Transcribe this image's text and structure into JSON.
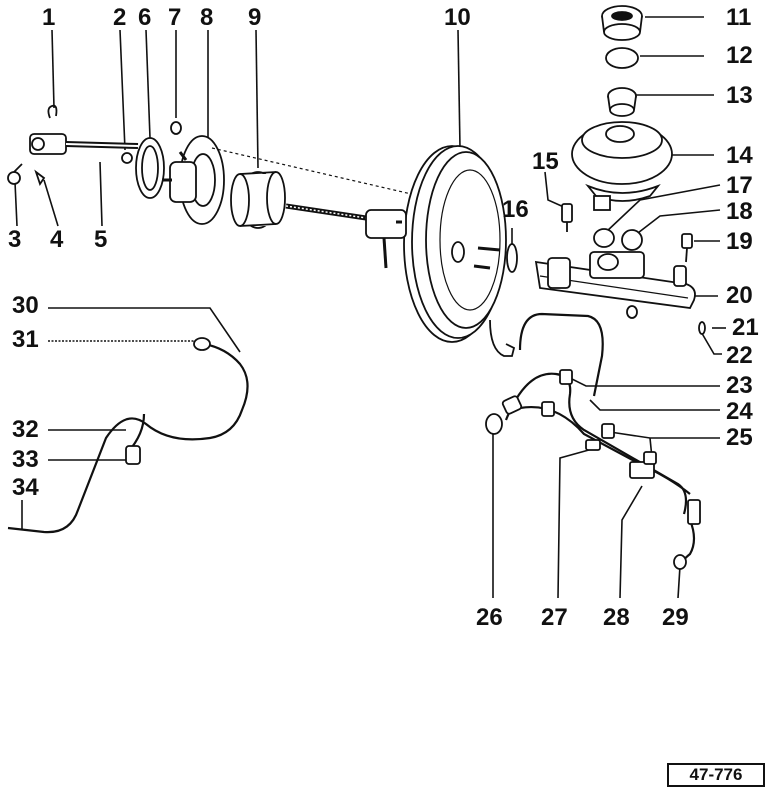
{
  "diagram": {
    "callouts": {
      "c1": "1",
      "c2": "2",
      "c3": "3",
      "c4": "4",
      "c5": "5",
      "c6": "6",
      "c7": "7",
      "c8": "8",
      "c9": "9",
      "c10": "10",
      "c11": "11",
      "c12": "12",
      "c13": "13",
      "c14": "14",
      "c15": "15",
      "c16": "16",
      "c17": "17",
      "c18": "18",
      "c19": "19",
      "c20": "20",
      "c21": "21",
      "c22": "22",
      "c23": "23",
      "c24": "24",
      "c25": "25",
      "c26": "26",
      "c27": "27",
      "c28": "28",
      "c29": "29",
      "c30": "30",
      "c31": "31",
      "c32": "32",
      "c33": "33",
      "c34": "34"
    },
    "reference_code": "47-776",
    "colors": {
      "ink": "#111111",
      "paper": "#ffffff"
    }
  }
}
